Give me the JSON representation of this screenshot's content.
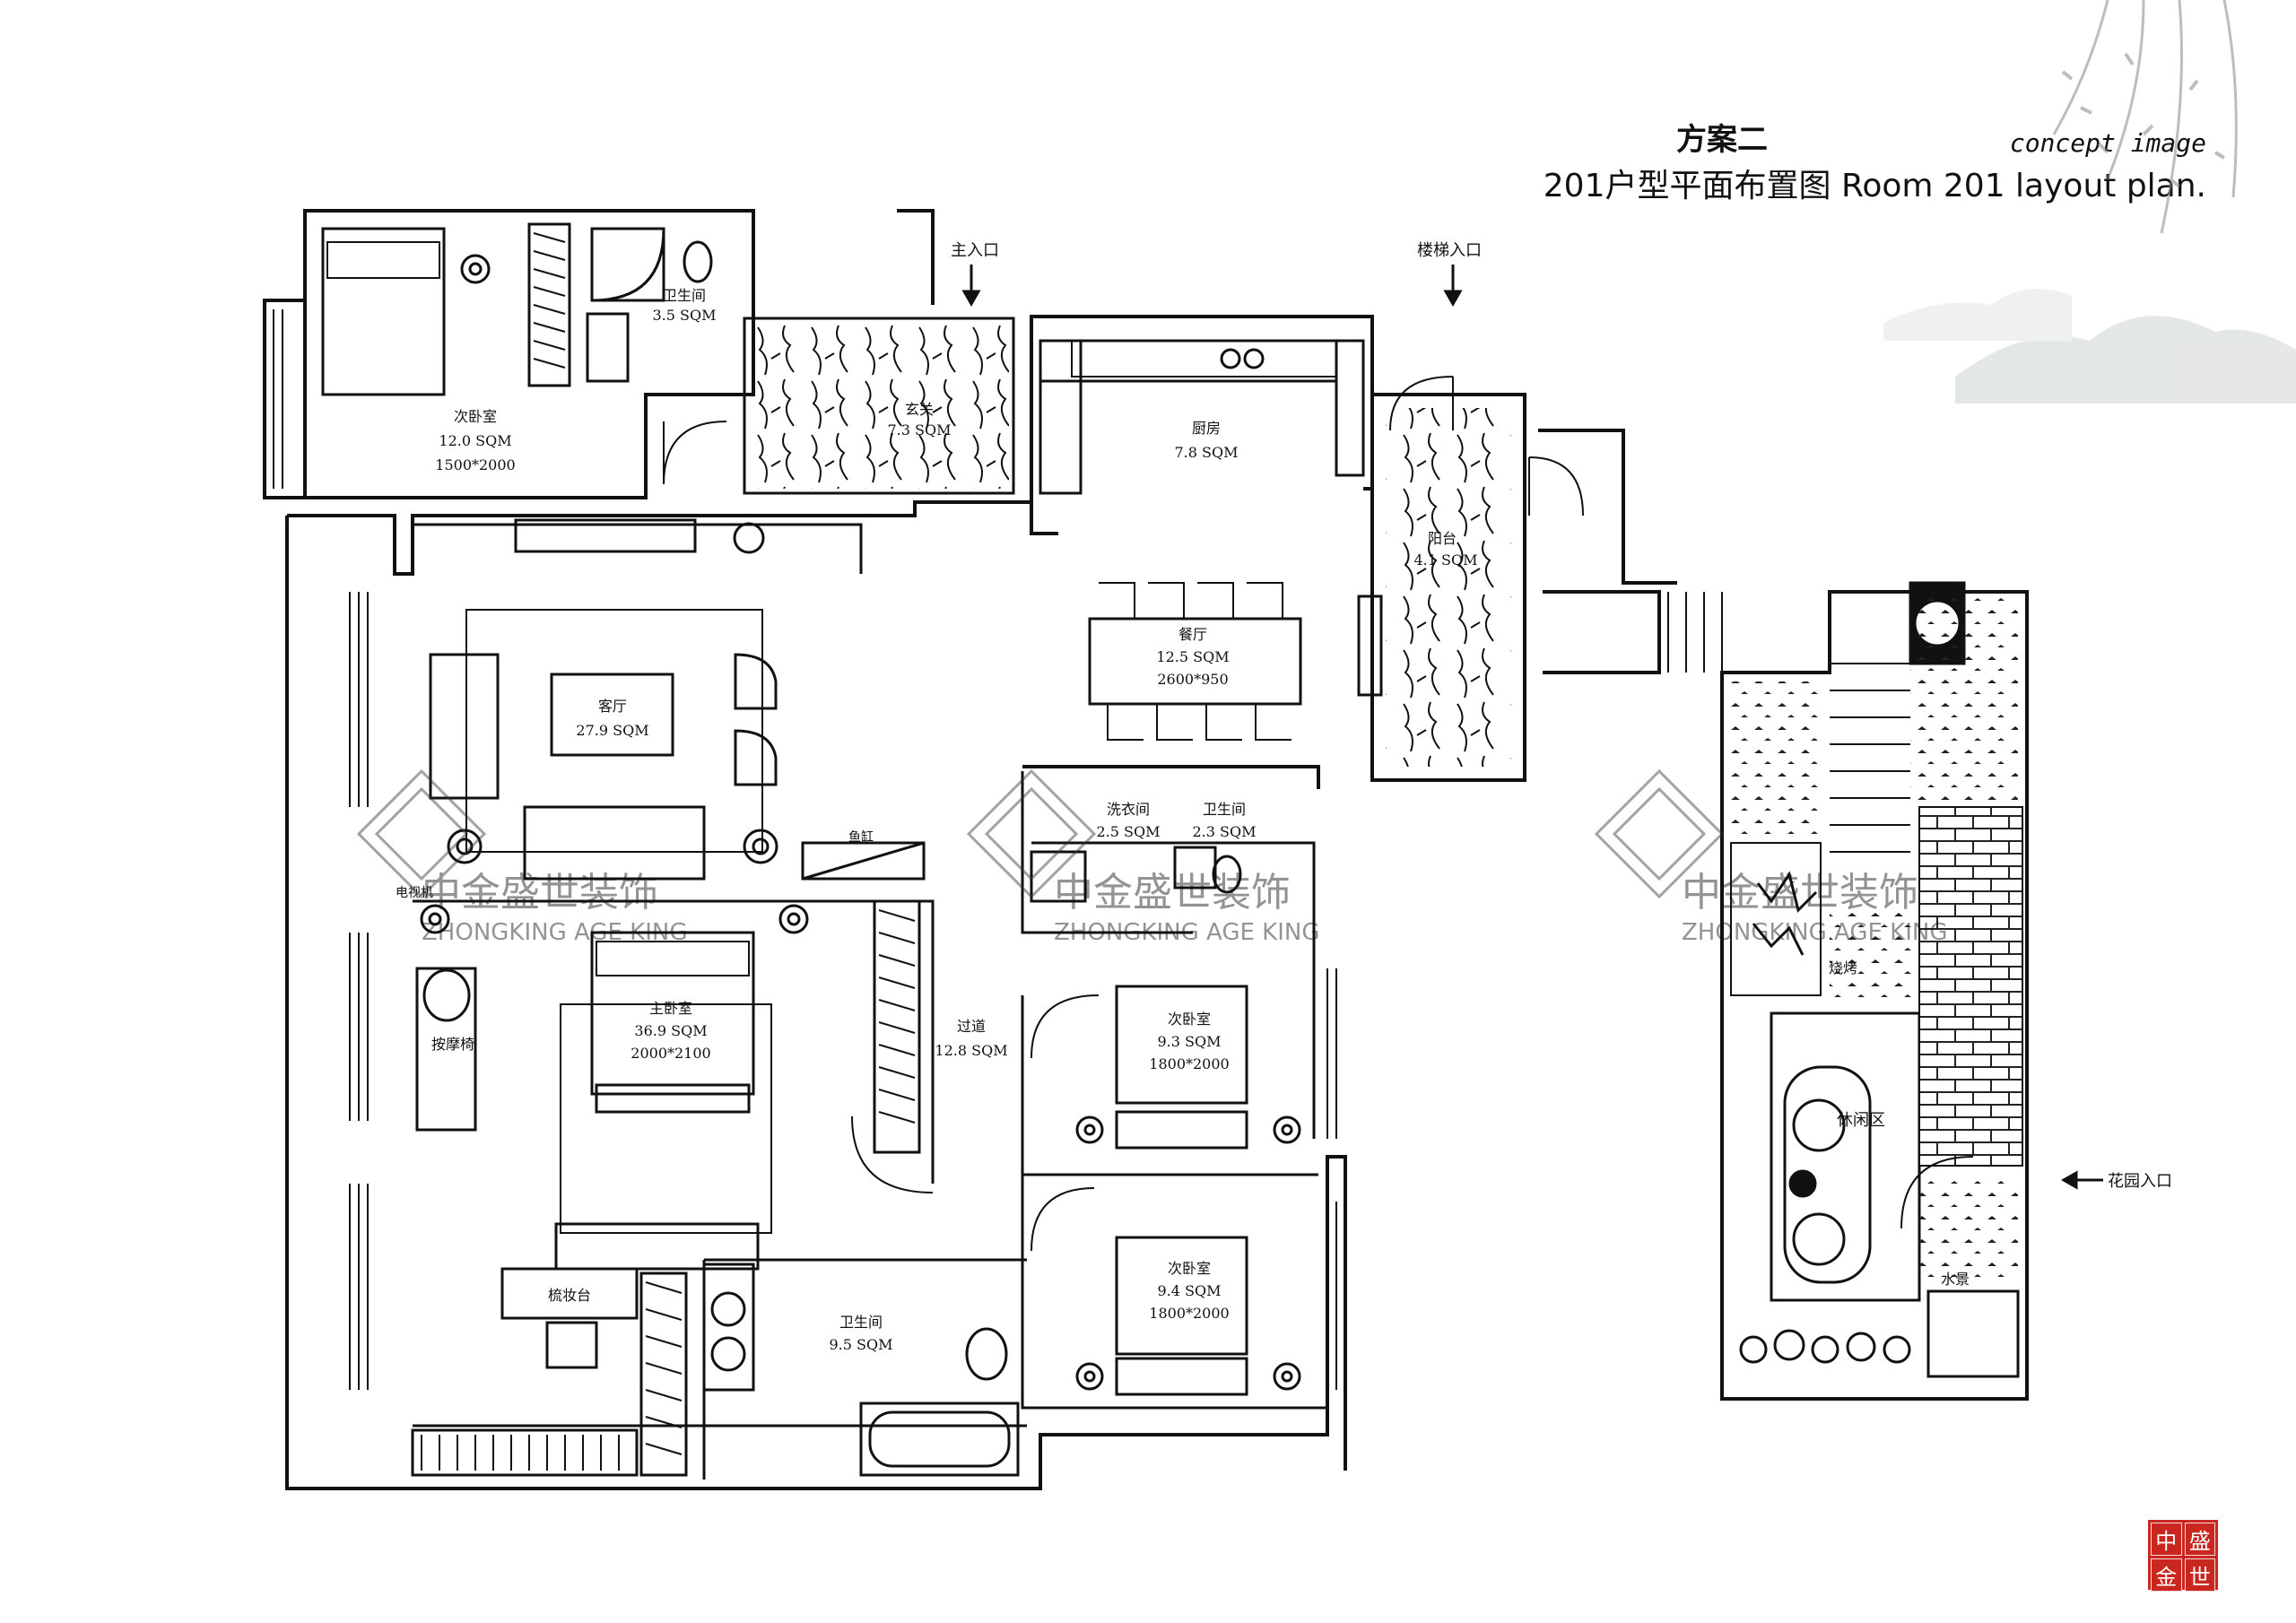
{
  "header": {
    "scheme": "方案二",
    "title": "201户型平面布置图 Room 201 layout plan.",
    "concept": "concept image"
  },
  "entrances": {
    "main": "主入口",
    "stair": "楼梯入口",
    "garden": "花园入口"
  },
  "rooms": {
    "bedroom_nw": {
      "name": "次卧室",
      "area": "12.0 SQM",
      "bed": "1500*2000"
    },
    "bath_nw": {
      "name": "卫生间",
      "area": "3.5 SQM"
    },
    "foyer": {
      "name": "玄关",
      "area": "7.3 SQM"
    },
    "kitchen": {
      "name": "厨房",
      "area": "7.8 SQM"
    },
    "balcony": {
      "name": "阳台",
      "area": "4.1 SQM"
    },
    "dining": {
      "name": "餐厅",
      "area": "12.5 SQM",
      "table": "2600*950"
    },
    "living": {
      "name": "客厅",
      "area": "27.9 SQM"
    },
    "laundry": {
      "name": "洗衣间",
      "area": "2.5 SQM"
    },
    "bath_small": {
      "name": "卫生间",
      "area": "2.3 SQM"
    },
    "fish_tank": {
      "name": "鱼缸"
    },
    "tv": {
      "name": "电视机"
    },
    "master": {
      "name": "主卧室",
      "area": "36.9 SQM",
      "bed": "2000*2100"
    },
    "massage": {
      "name": "按摩椅"
    },
    "corridor": {
      "name": "过道",
      "area": "12.8 SQM"
    },
    "bedroom_e1": {
      "name": "次卧室",
      "area": "9.3 SQM",
      "bed": "1800*2000"
    },
    "bedroom_e2": {
      "name": "次卧室",
      "area": "9.4 SQM",
      "bed": "1800*2000"
    },
    "vanity": {
      "name": "梳妆台"
    },
    "bath_master": {
      "name": "卫生间",
      "area": "9.5 SQM"
    },
    "leisure": {
      "name": "休闲区"
    },
    "bbq": {
      "name": "烧烤"
    },
    "water": {
      "name": "水景"
    }
  },
  "watermark": {
    "cn": "中金盛世装饰",
    "en": "ZHONGKING AGE KING"
  },
  "seal": [
    "中",
    "盛",
    "金",
    "世"
  ],
  "colors": {
    "line": "#111111",
    "seal": "#c8261e",
    "ink": "#6b7a6b"
  }
}
